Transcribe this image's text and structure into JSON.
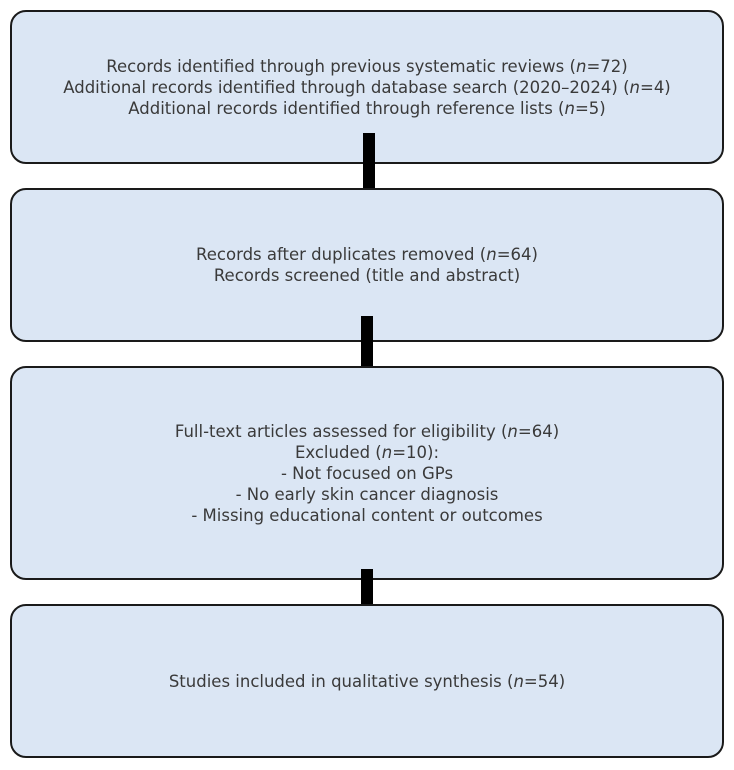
{
  "flow": {
    "box1": {
      "lines": [
        "Records identified through previous systematic reviews (n=72)",
        "Additional records identified through database search (2020–2024) (n=4)",
        "Additional records identified through reference lists (n=5)"
      ]
    },
    "box2": {
      "lines": [
        "Records after duplicates removed (n=64)",
        "Records screened (title and abstract)"
      ]
    },
    "box3": {
      "lines": [
        "Full-text articles assessed for eligibility (n=64)",
        "Excluded (n=10):",
        "- Not focused on GPs",
        "- No early skin cancer diagnosis",
        "- Missing educational content or outcomes"
      ]
    },
    "box4": {
      "lines": [
        "Studies included in qualitative synthesis (n=54)"
      ]
    }
  },
  "colors": {
    "box_fill": "#dbe6f4",
    "box_border": "#1a1a1a",
    "arrow": "#000000",
    "text": "#3a3a3a"
  }
}
